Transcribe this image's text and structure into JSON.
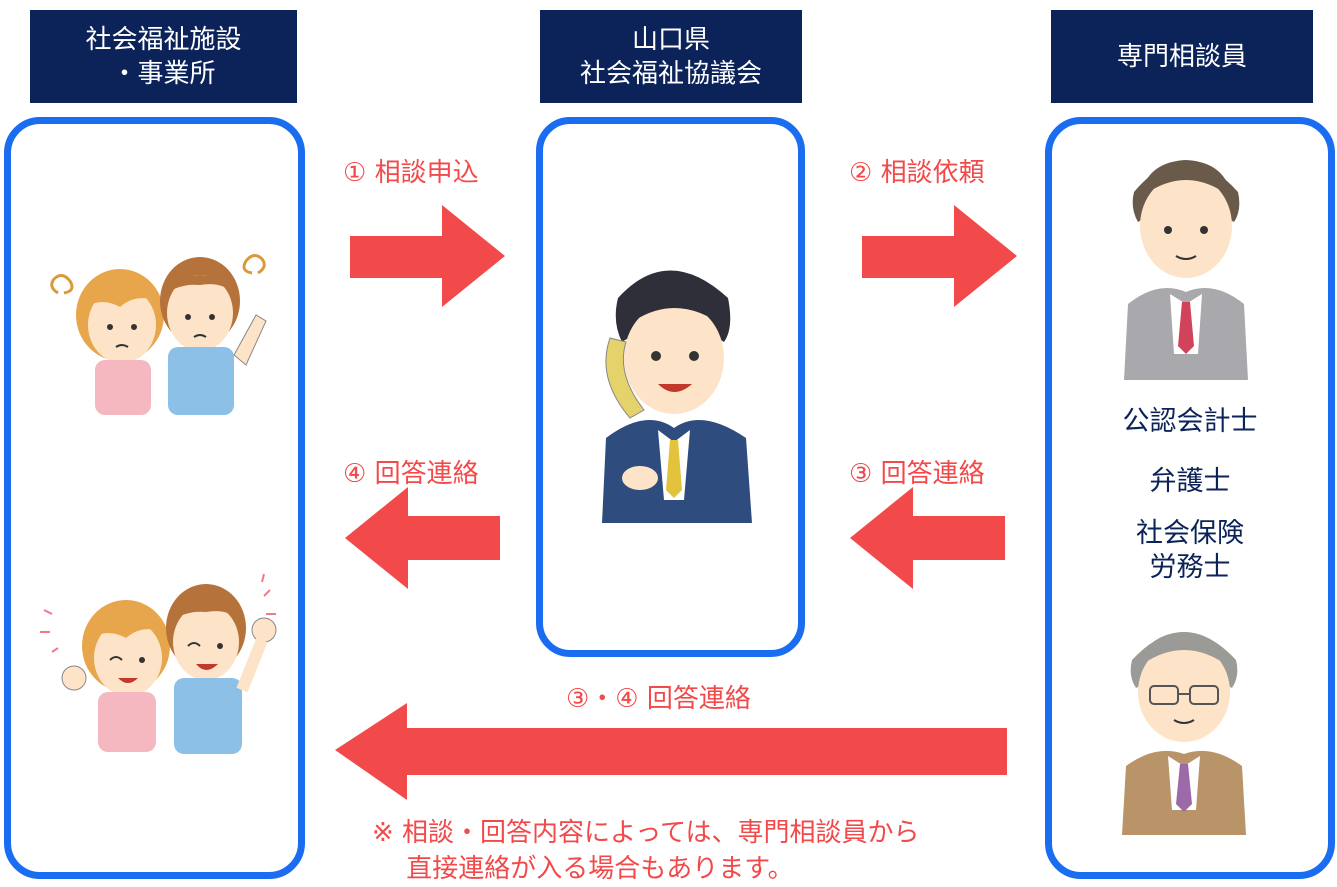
{
  "headers": {
    "facility": "社会福祉施設\n・事業所",
    "council": "山口県\n社会福祉協議会",
    "consultant": "専門相談員"
  },
  "flows": {
    "step1": "① 相談申込",
    "step2": "② 相談依頼",
    "step3": "③ 回答連絡",
    "step4": "④ 回答連絡",
    "step34": "③・④ 回答連絡"
  },
  "professions": {
    "accountant": "公認会計士",
    "lawyer": "弁護士",
    "labor_consultant": "社会保険\n労務士"
  },
  "note": "※ 相談・回答内容によっては、専門相談員から\n　 直接連絡が入る場合もあります。",
  "colors": {
    "navy": "#0b2359",
    "blue": "#1a6cf0",
    "red": "#f24a4a"
  },
  "icons": [
    "worried-staff-illustration",
    "happy-staff-illustration",
    "phone-operator-illustration",
    "consultant-man-illustration",
    "senior-consultant-illustration"
  ]
}
